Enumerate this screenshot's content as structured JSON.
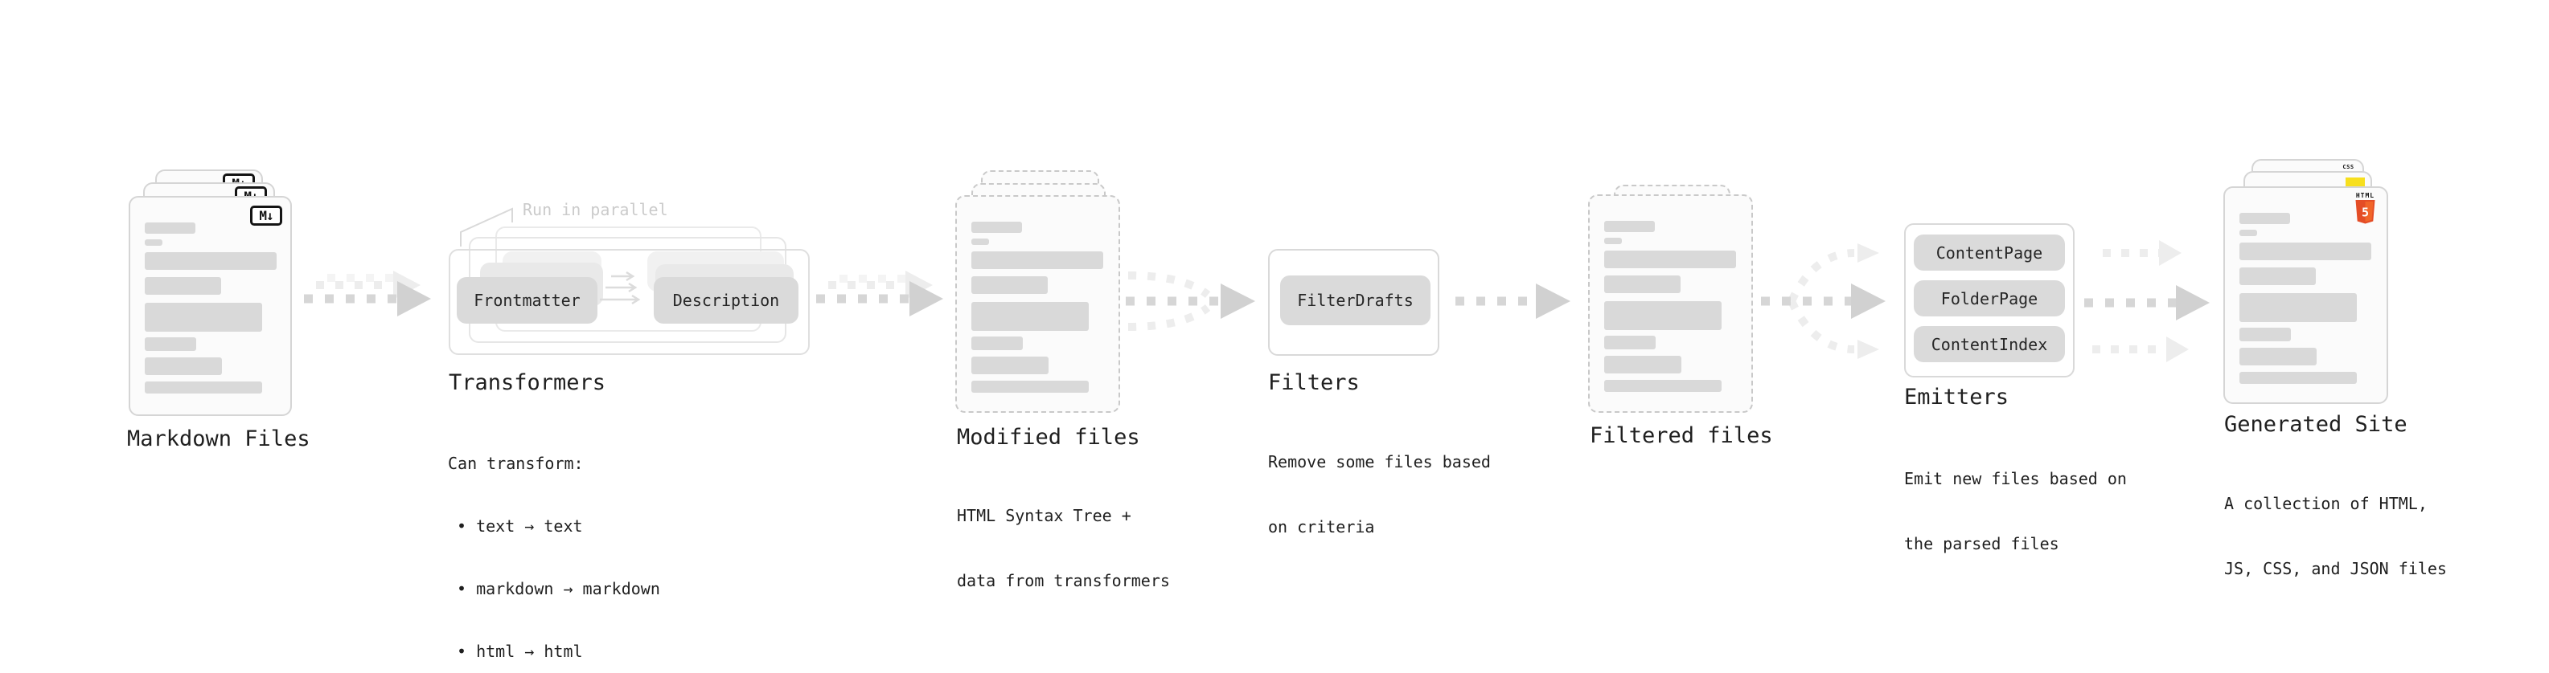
{
  "colors": {
    "background": "#ffffff",
    "text": "#1f1f1f",
    "annotation_muted": "#cbcbcb",
    "card_border": "#d5d5d5",
    "dashed_card_border": "#c9c9c9",
    "skeleton_bar": "#d9d9d9",
    "pill_bg": "#dadada",
    "arrow_dark": "#d1d1d1",
    "arrow_light": "#ededed",
    "markdown_badge_ink": "#141414",
    "html5_orange": "#e44d26",
    "html5_orange_light": "#f16529",
    "js_yellow": "#f7df1e",
    "css_blue": "#2965f1"
  },
  "stages": {
    "markdown_files": {
      "label": "Markdown Files",
      "badge_text": "M↓"
    },
    "transformers": {
      "title": "Transformers",
      "annotation": "Run in parallel",
      "pills": [
        "Frontmatter",
        "Description"
      ],
      "caption_heading": "Can transform:",
      "bullets": [
        "• text → text",
        "• markdown → markdown",
        "• html → html"
      ]
    },
    "modified_files": {
      "label": "Modified files",
      "caption_lines": [
        "HTML Syntax Tree +",
        "data from transformers"
      ]
    },
    "filters": {
      "title": "Filters",
      "pills": [
        "FilterDrafts"
      ],
      "caption_lines": [
        "Remove some files based",
        "on criteria"
      ]
    },
    "filtered_files": {
      "label": "Filtered files"
    },
    "emitters": {
      "title": "Emitters",
      "pills": [
        "ContentPage",
        "FolderPage",
        "ContentIndex"
      ],
      "caption_lines": [
        "Emit new files based on",
        "the parsed files"
      ]
    },
    "generated_site": {
      "label": "Generated Site",
      "caption_lines": [
        "A collection of HTML,",
        "JS, CSS, and JSON files"
      ],
      "badges": {
        "html_label": "HTML",
        "html_number": "5",
        "css_label": "CSS"
      }
    }
  }
}
